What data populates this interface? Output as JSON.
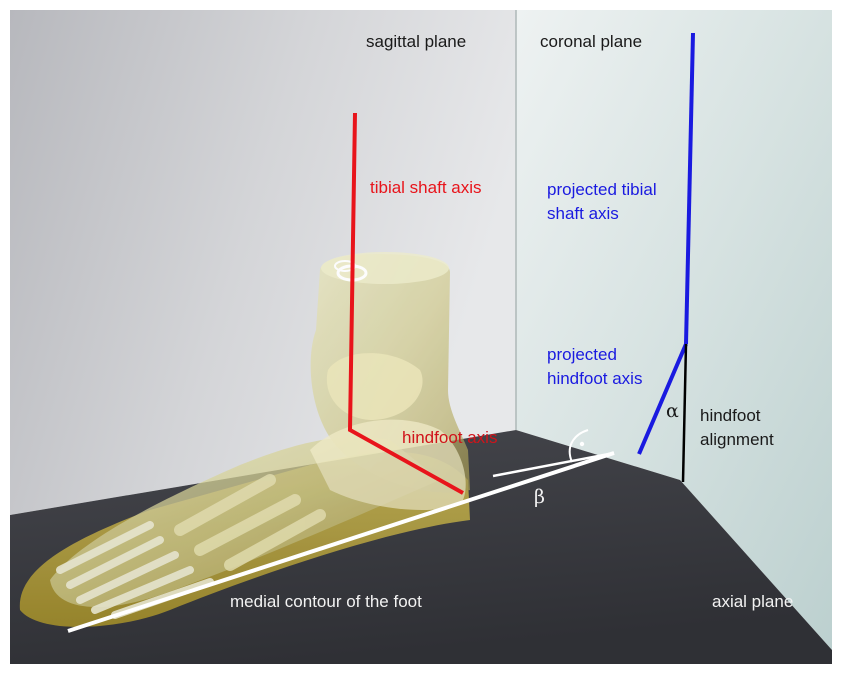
{
  "labels": {
    "sagittal_plane": "sagittal plane",
    "coronal_plane": "coronal plane",
    "tibial_shaft_axis": "tibial shaft axis",
    "projected_tibial_shaft_axis": "projected tibial shaft axis",
    "projected_hindfoot_axis": "projected hindfoot axis",
    "hindfoot_axis": "hindfoot axis",
    "hindfoot_alignment": "hindfoot alignment",
    "alpha": "α",
    "beta": "β",
    "medial_contour": "medial contour of the foot",
    "axial_plane": "axial plane"
  },
  "colors": {
    "tibial_axis": "#e8141b",
    "projected_axis": "#1a1ae0",
    "reference_line": "#000000",
    "contour_line": "#ffffff",
    "label_dark": "#1a1a1a",
    "label_light": "#f2f2f2",
    "left_wall": "#c9c9cc",
    "right_wall": "#d3dede",
    "floor": "#3c3d42",
    "bone_model": "#d8d49a"
  }
}
